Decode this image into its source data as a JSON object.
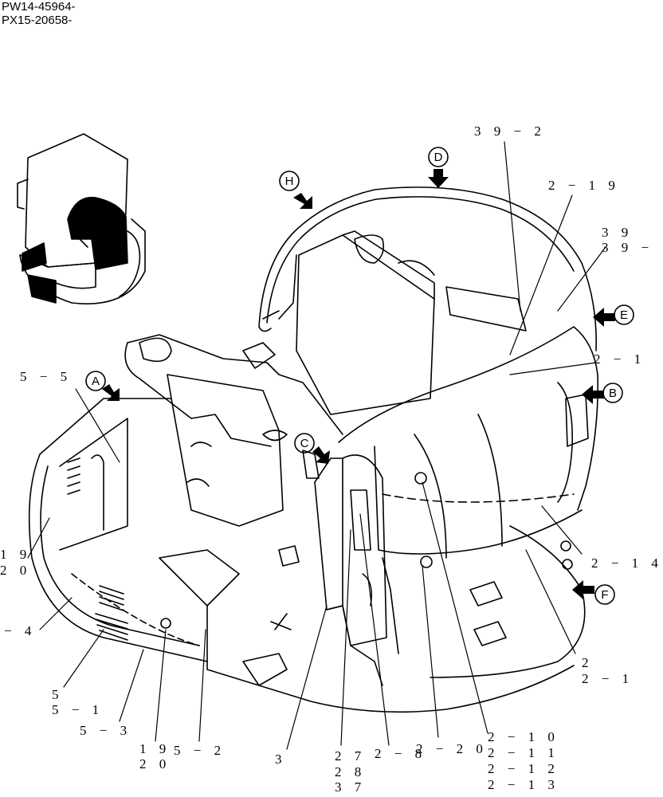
{
  "header": {
    "line1": "PW14-45964-",
    "line2": "PX15-20658-"
  },
  "view_markers": [
    "A",
    "B",
    "C",
    "D",
    "E",
    "F",
    "H"
  ],
  "callouts": [
    "39-2",
    "2-19",
    "39",
    "39-",
    "2-1",
    "2-14",
    "2",
    "2-1",
    "5-5",
    "19",
    "20",
    "-4",
    "5",
    "5-1",
    "5-3",
    "19",
    "20",
    "5-2",
    "3",
    "27",
    "28",
    "37",
    "2-8",
    "2-20",
    "2-10",
    "2-11",
    "2-12",
    "2-13"
  ],
  "labels": {
    "l_39_2": "3 9 − 2",
    "l_2_19": "2 − 1 9",
    "l_39": "3 9",
    "l_39b": "3 9 −",
    "l_2_1a": "2 − 1",
    "l_2_14": "2 − 1 4",
    "l_2": "2",
    "l_2_1b": "2 − 1",
    "l_5_5": "5 − 5",
    "l_19a": "1 9",
    "l_20a": "2 0",
    "l_m4": "− 4",
    "l_5": "5",
    "l_5_1": "5 − 1",
    "l_5_3": "5 − 3",
    "l_19b": "1 9",
    "l_20b": "2 0",
    "l_5_2": "5 − 2",
    "l_3": "3",
    "l_27": "2 7",
    "l_28": "2 8",
    "l_37": "3 7",
    "l_2_8": "2 − 8",
    "l_2_20": "2 − 2 0",
    "l_2_10": "2 − 1 0",
    "l_2_11": "2 − 1 1",
    "l_2_12": "2 − 1 2",
    "l_2_13": "2 − 1 3"
  }
}
